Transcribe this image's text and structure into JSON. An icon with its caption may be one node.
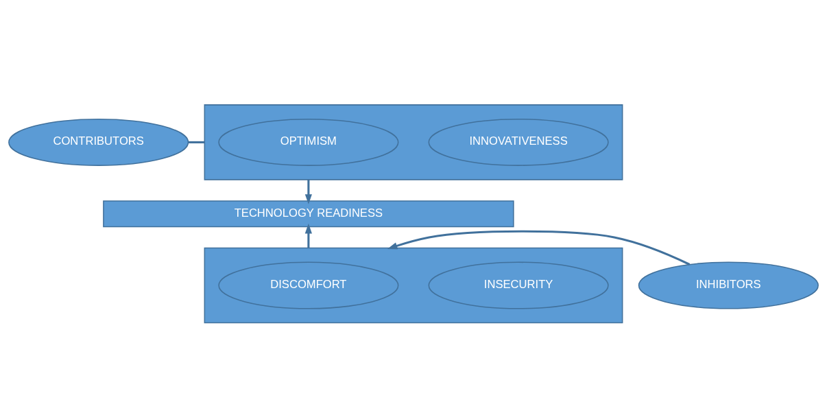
{
  "diagram": {
    "nodes": [
      {
        "text": [
          "CONTRIBUTORS"
        ]
      },
      {
        "text": [],
        "shape": "box"
      },
      {
        "text": [
          "OPTIMISM"
        ],
        "in": 1
      },
      {
        "text": [
          "INNOVATIVENESS"
        ],
        "in": 1
      },
      {
        "text": [
          "TECHNOLOGY READINESS"
        ]
      },
      {
        "text": [
          "INHIBITORS"
        ]
      },
      {
        "text": [],
        "shape": "box"
      },
      {
        "text": [
          "DISCOMFORT"
        ],
        "in": 6
      },
      {
        "text": [
          "INSECURITY"
        ],
        "in": 6
      }
    ],
    "edges": [
      {
        "from": 0,
        "to": 1,
        "arrow": "none"
      },
      {
        "from": 1,
        "to": 4,
        "arrow": "to"
      },
      {
        "from": 6,
        "to": 4,
        "arrow": "to"
      },
      {
        "from": 5,
        "to": 6,
        "arrow": "to"
      }
    ]
  }
}
